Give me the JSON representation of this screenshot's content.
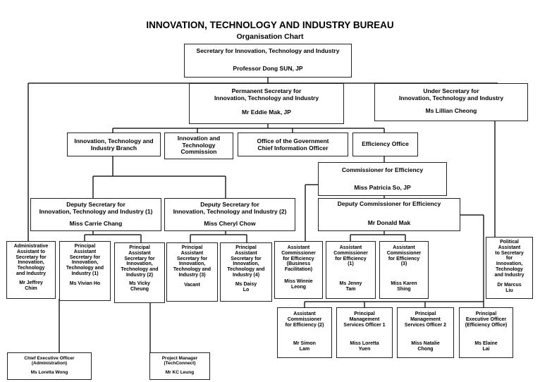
{
  "header": {
    "title": "INNOVATION, TECHNOLOGY AND INDUSTRY BUREAU",
    "subtitle": "Organisation Chart"
  },
  "units": {
    "secretary": {
      "role": "Secretary for Innovation, Technology and Industry",
      "name": "Professor Dong SUN, JP"
    },
    "perm_sec": {
      "role": "Permanent Secretary for\nInnovation, Technology and Industry",
      "name": "Mr Eddie Mak, JP"
    },
    "under_sec": {
      "role": "Under Secretary for\nInnovation, Technology and Industry",
      "name": "Ms Lillian Cheong"
    },
    "itib_branch": {
      "role": "Innovation, Technology and\nIndustry Branch"
    },
    "itc": {
      "role": "Innovation and\nTechnology\nCommission"
    },
    "ogcio": {
      "role": "Office of the Government\nChief Information Officer"
    },
    "eff_office": {
      "role": "Efficiency Office"
    },
    "comm_eff": {
      "role": "Commissioner for Efficiency",
      "name": "Miss Patricia So, JP"
    },
    "dep_comm_eff": {
      "role": "Deputy Commissioner for Efficiency",
      "name": "Mr Donald Mak"
    },
    "dsec1": {
      "role": "Deputy Secretary for\nInnovation, Technology and Industry (1)",
      "name": "Miss Carrie Chang"
    },
    "dsec2": {
      "role": "Deputy Secretary for\nInnovation, Technology and Industry (2)",
      "name": "Miss Cheryl Chow"
    },
    "admin_asst": {
      "role": "Administrative\nAssistant to\nSecretary for\nInnovation,\nTechnology\nand Industry",
      "name": "Mr Jeffrey\nChim"
    },
    "pas1": {
      "role": "Principal\nAssistant\nSecretary for\nInnovation,\nTechnology and\nIndustry (1)",
      "name": "Ms Vivian Ho"
    },
    "pas2": {
      "role": "Principal\nAssistant\nSecretary for\nInnovation,\nTechnology and\nIndustry (2)",
      "name": "Ms Vicky\nCheung"
    },
    "pas3": {
      "role": "Principal\nAssistant\nSecretary for\nInnovation,\nTechnology and\nIndustry (3)",
      "name": "Vacant"
    },
    "pas4": {
      "role": "Principal\nAssistant\nSecretary for\nInnovation,\nTechnology and\nIndustry (4)",
      "name": "Ms Daisy\nLo"
    },
    "ace_bf": {
      "role": "Assistant\nCommissioner\nfor Efficiency\n(Business\nFacilitation)",
      "name": "Miss Winnie\nLeong"
    },
    "ace1": {
      "role": "Assistant\nCommissioner\nfor Efficiency\n(1)",
      "name": "Ms Jenny\nTam"
    },
    "ace3": {
      "role": "Assistant\nCommissioner\nfor Efficiency\n(3)",
      "name": "Miss Karen\nShing"
    },
    "political_asst": {
      "role": "Political\nAssistant\nto Secretary\nfor\nInnovation,\nTechnology\nand Industry",
      "name": "Dr Marcus\nLiu"
    },
    "ace2": {
      "role": "Assistant\nCommissioner\nfor Efficiency (2)",
      "name": "Mr Simon\nLam"
    },
    "pmso1": {
      "role": "Principal\nManagement\nServices Officer 1",
      "name": "Miss Loretta\nYuen"
    },
    "pmso2": {
      "role": "Principal\nManagement\nServices Officer 2",
      "name": "Miss Natalie\nChong"
    },
    "peo": {
      "role": "Principal\nExecutive Officer\n(Efficiency Office)",
      "name": "Ms Elaine\nLai"
    },
    "ceo_admin": {
      "role": "Chief Executive Officer\n(Administration)",
      "name": "Ms Loretta Wong"
    },
    "pm_tc": {
      "role": "Project Manager\n(TechConnect)",
      "name": "Mr KC Leung"
    }
  }
}
